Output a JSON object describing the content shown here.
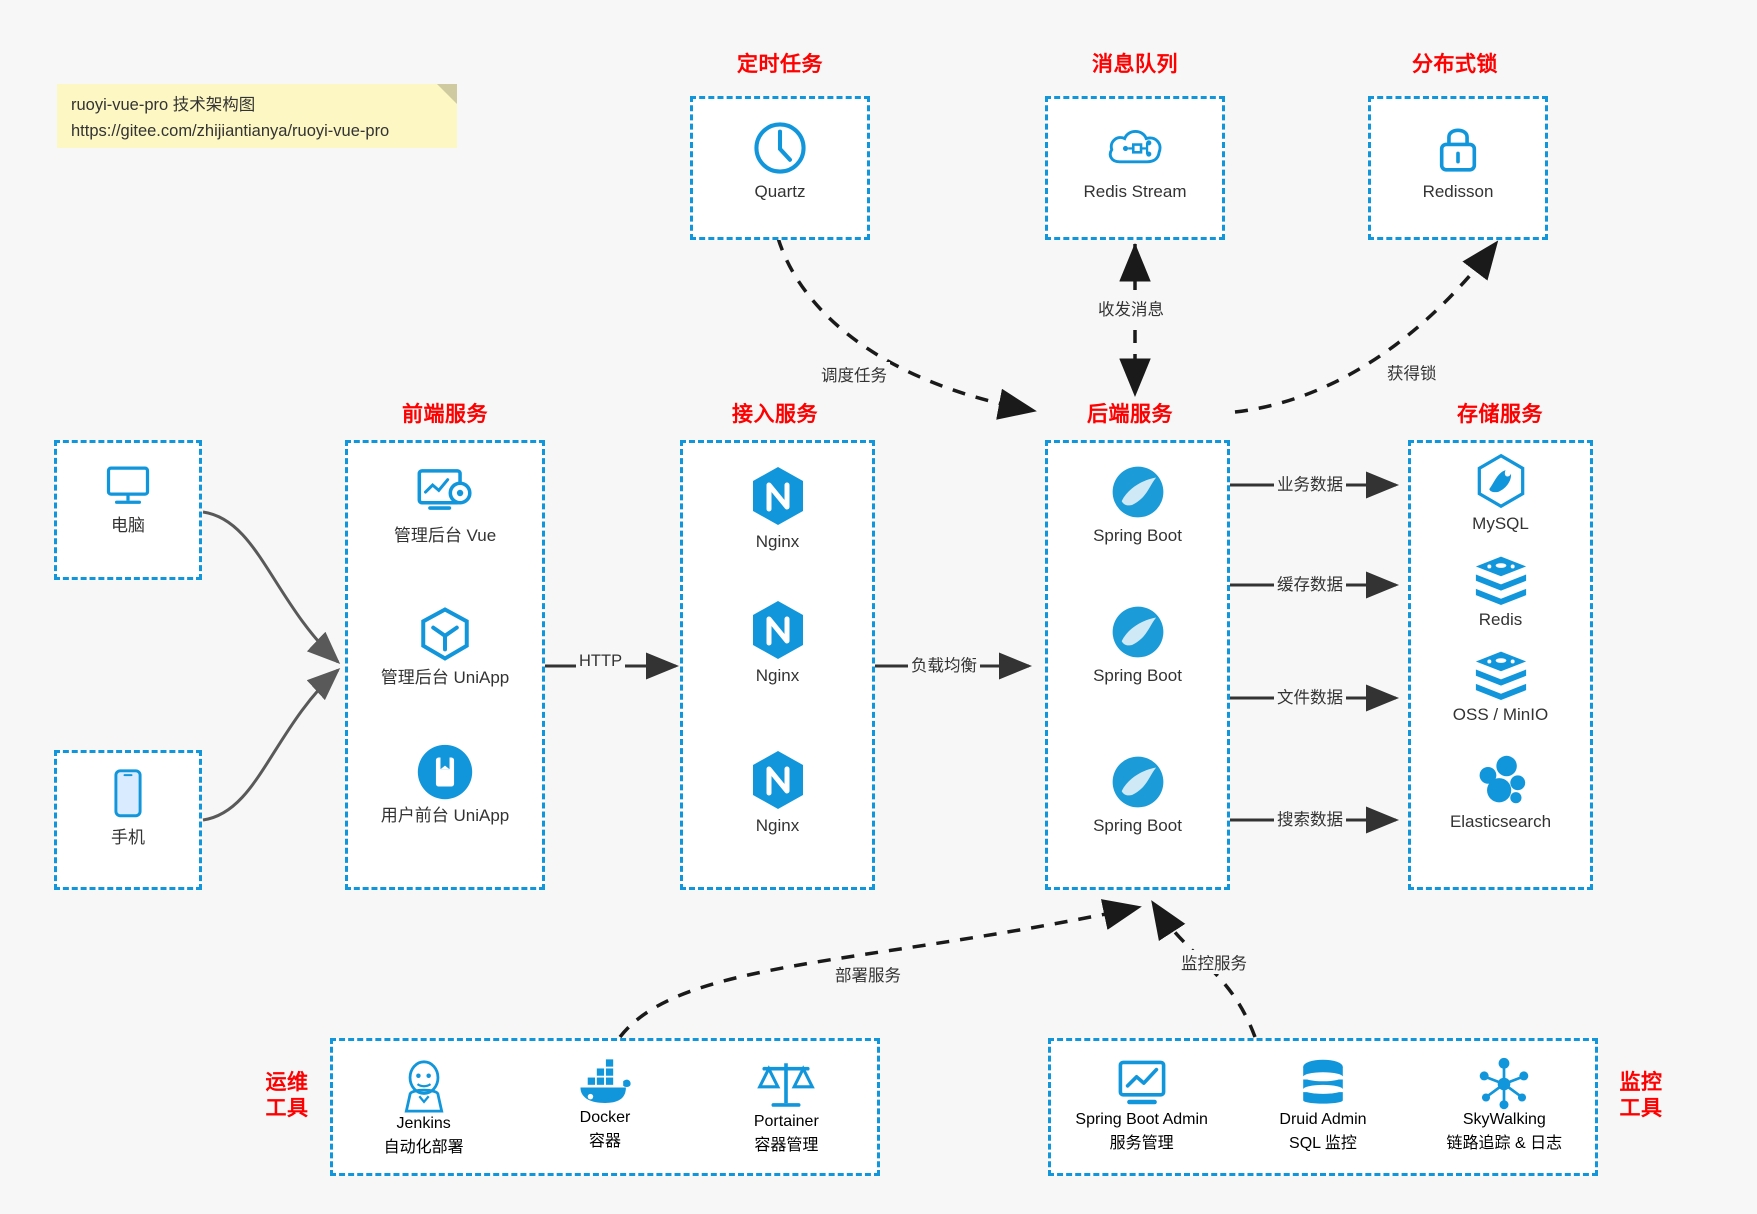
{
  "note": {
    "line1": "ruoyi-vue-pro 技术架构图",
    "line2": "https://gitee.com/zhijiantianya/ruoyi-vue-pro"
  },
  "colors": {
    "box_border": "#1296db",
    "title_red": "#ff0000",
    "icon_blue": "#1296db",
    "spring_green": "#1296db",
    "background": "#f7f7f7",
    "note_bg": "#fdf7c3",
    "edge": "#333333",
    "curve": "#595959"
  },
  "groups": {
    "scheduler": {
      "title": "定时任务",
      "items": [
        {
          "label": "Quartz",
          "icon": "clock-icon"
        }
      ]
    },
    "mq": {
      "title": "消息队列",
      "items": [
        {
          "label": "Redis Stream",
          "icon": "cloud-stream-icon"
        }
      ]
    },
    "lock": {
      "title": "分布式锁",
      "items": [
        {
          "label": "Redisson",
          "icon": "lock-icon"
        }
      ]
    },
    "clients": {
      "pc": {
        "label": "电脑",
        "icon": "desktop-icon"
      },
      "mobile": {
        "label": "手机",
        "icon": "phone-icon"
      }
    },
    "frontend": {
      "title": "前端服务",
      "items": [
        {
          "label": "管理后台 Vue",
          "icon": "dashboard-icon"
        },
        {
          "label": "管理后台 UniApp",
          "icon": "cube-icon"
        },
        {
          "label": "用户前台 UniApp",
          "icon": "app-icon"
        }
      ]
    },
    "gateway": {
      "title": "接入服务",
      "items": [
        {
          "label": "Nginx",
          "icon": "nginx-icon"
        },
        {
          "label": "Nginx",
          "icon": "nginx-icon"
        },
        {
          "label": "Nginx",
          "icon": "nginx-icon"
        }
      ]
    },
    "backend": {
      "title": "后端服务",
      "items": [
        {
          "label": "Spring Boot",
          "icon": "spring-icon"
        },
        {
          "label": "Spring Boot",
          "icon": "spring-icon"
        },
        {
          "label": "Spring Boot",
          "icon": "spring-icon"
        }
      ]
    },
    "storage": {
      "title": "存储服务",
      "items": [
        {
          "label": "MySQL",
          "icon": "mysql-icon"
        },
        {
          "label": "Redis",
          "icon": "redis-icon"
        },
        {
          "label": "OSS / MinIO",
          "icon": "oss-icon"
        },
        {
          "label": "Elasticsearch",
          "icon": "elasticsearch-icon"
        }
      ]
    },
    "devops": {
      "title": "运维\n工具",
      "title_l1": "运维",
      "title_l2": "工具",
      "items": [
        {
          "label": "Jenkins",
          "sub": "自动化部署",
          "icon": "jenkins-icon"
        },
        {
          "label": "Docker",
          "sub": "容器",
          "icon": "docker-icon"
        },
        {
          "label": "Portainer",
          "sub": "容器管理",
          "icon": "scales-icon"
        }
      ]
    },
    "monitor": {
      "title_l1": "监控",
      "title_l2": "工具",
      "items": [
        {
          "label": "Spring Boot Admin",
          "sub": "服务管理",
          "icon": "monitor-chart-icon"
        },
        {
          "label": "Druid Admin",
          "sub": "SQL 监控",
          "icon": "database-icon"
        },
        {
          "label": "SkyWalking",
          "sub": "链路追踪 & 日志",
          "icon": "skywalking-icon"
        }
      ]
    }
  },
  "edges": {
    "schedule_task": "调度任务",
    "mq_messages": "收发消息",
    "acquire_lock": "获得锁",
    "http": "HTTP",
    "load_balance": "负载均衡",
    "business_data": "业务数据",
    "cache_data": "缓存数据",
    "file_data": "文件数据",
    "search_data": "搜索数据",
    "deploy_service": "部署服务",
    "monitor_service": "监控服务"
  }
}
